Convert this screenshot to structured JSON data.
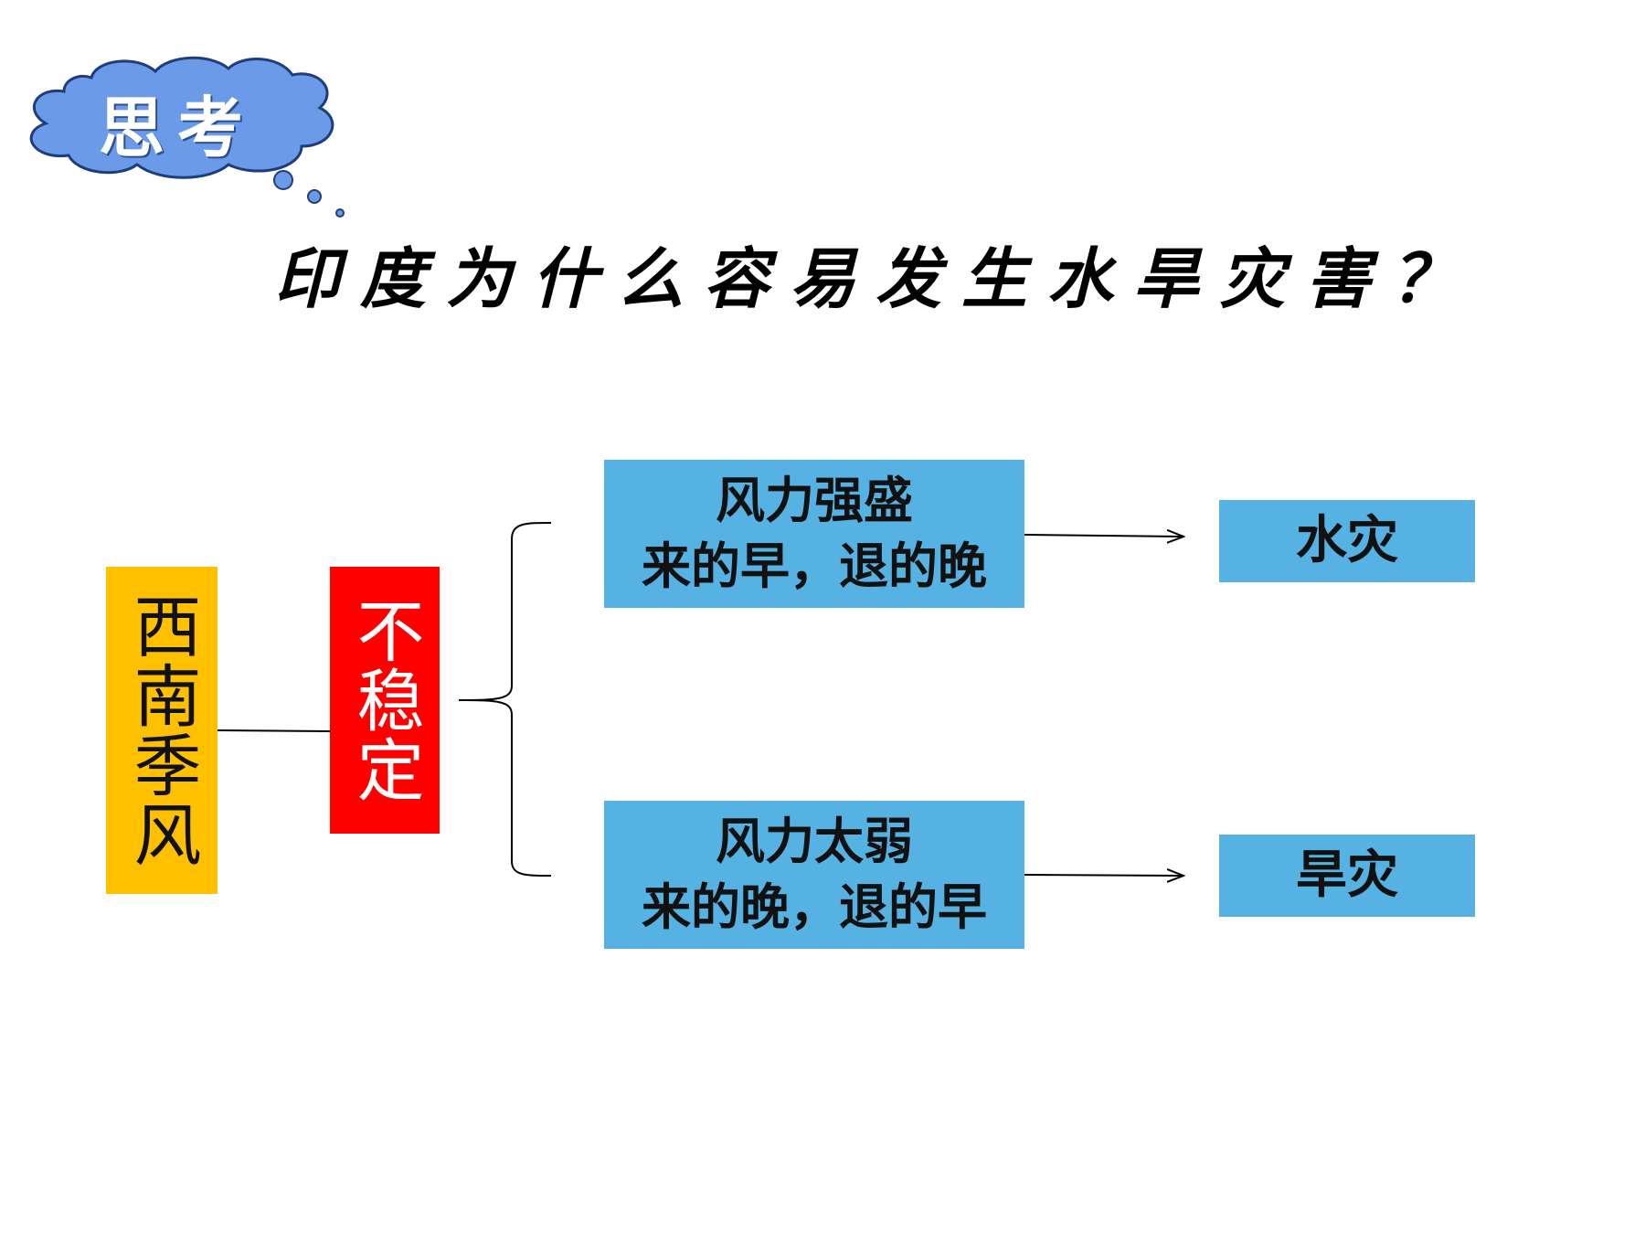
{
  "thought_bubble": {
    "label": "思考",
    "fill_color": "#6b9ae8",
    "stroke_color": "#1f3d7a"
  },
  "title": "印度为什么容易发生水旱灾害？",
  "diagram": {
    "monsoon": {
      "label": "西南季风",
      "color": "#ffc000"
    },
    "unstable": {
      "label": "不稳定",
      "color": "#ff0000"
    },
    "branches": [
      {
        "cause_line1": "风力强盛",
        "cause_line2": "来的早，退的晚",
        "result": "水灾"
      },
      {
        "cause_line1": "风力太弱",
        "cause_line2": "来的晚，退的早",
        "result": "旱灾"
      }
    ],
    "box_color": "#55b2e2"
  }
}
